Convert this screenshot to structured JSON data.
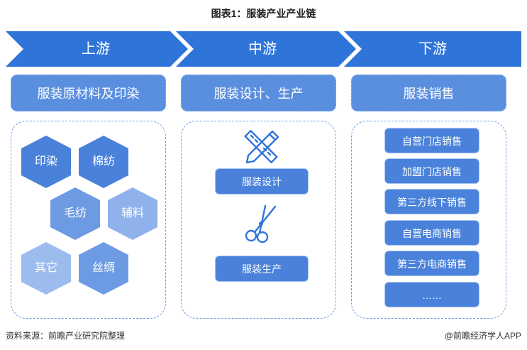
{
  "title": "图表1：服装产业产业链",
  "stages": [
    {
      "label": "上游",
      "category": "服装原材料及印染"
    },
    {
      "label": "中游",
      "category": "服装设计、生产"
    },
    {
      "label": "下游",
      "category": "服装销售"
    }
  ],
  "upstream_items": [
    "印染",
    "棉纺",
    "毛纺",
    "辅料",
    "其它",
    "丝绸"
  ],
  "midstream_items": [
    "服装设计",
    "服装生产"
  ],
  "downstream_items": [
    "自营门店销售",
    "加盟门店销售",
    "第三方线下销售",
    "自营电商销售",
    "第三方电商销售",
    "……"
  ],
  "footer": {
    "source": "资料来源：前瞻产业研究院整理",
    "brand": "@前瞻经济学人APP"
  },
  "colors": {
    "arrow": "#2f74d8",
    "category": "#5a8fe0",
    "hex_dark": "#4a82db",
    "hex_mid": "#6d9be3",
    "hex_light": "#9dbcee",
    "item": "#4a82db"
  },
  "icons": [
    "pencil-ruler-icon",
    "scissors-icon",
    "brand-logo-icon"
  ]
}
